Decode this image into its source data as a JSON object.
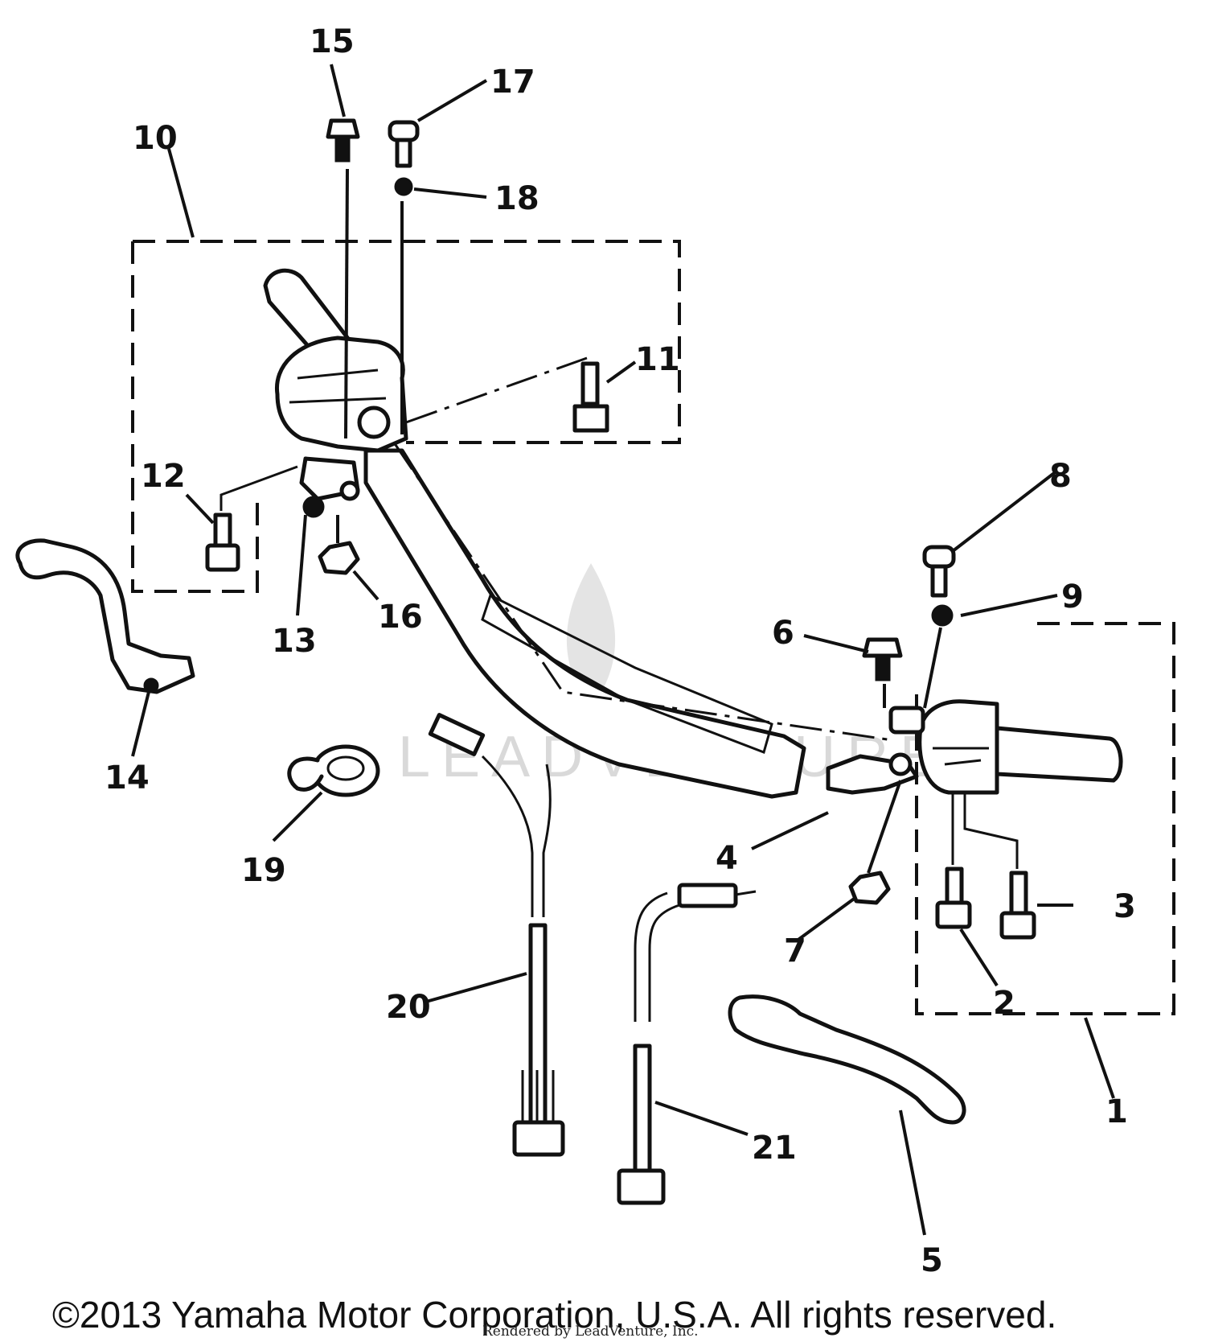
{
  "callouts": [
    {
      "id": "1",
      "label": "1"
    },
    {
      "id": "2",
      "label": "2"
    },
    {
      "id": "3",
      "label": "3"
    },
    {
      "id": "4",
      "label": "4"
    },
    {
      "id": "5",
      "label": "5"
    },
    {
      "id": "6",
      "label": "6"
    },
    {
      "id": "7",
      "label": "7"
    },
    {
      "id": "8",
      "label": "8"
    },
    {
      "id": "9",
      "label": "9"
    },
    {
      "id": "10",
      "label": "10"
    },
    {
      "id": "11",
      "label": "11"
    },
    {
      "id": "12",
      "label": "12"
    },
    {
      "id": "13",
      "label": "13"
    },
    {
      "id": "14",
      "label": "14"
    },
    {
      "id": "15",
      "label": "15"
    },
    {
      "id": "16",
      "label": "16"
    },
    {
      "id": "17",
      "label": "17"
    },
    {
      "id": "18",
      "label": "18"
    },
    {
      "id": "19",
      "label": "19"
    },
    {
      "id": "20",
      "label": "20"
    },
    {
      "id": "21",
      "label": "21"
    }
  ],
  "footer": {
    "copyright": "©2013 Yamaha Motor Corporation, U.S.A. All rights reserved.",
    "rendered_by": "Rendered by LeadVenture, Inc."
  },
  "watermark": {
    "text": "LEADVENTURE"
  }
}
